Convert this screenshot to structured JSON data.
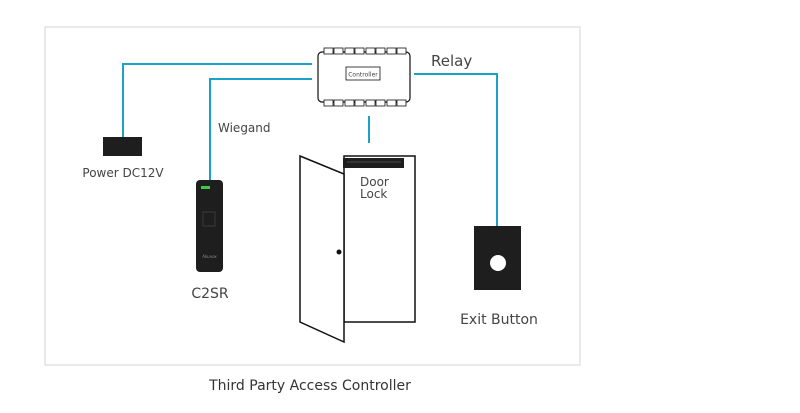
{
  "diagram": {
    "controller_label": "Controller",
    "relay_label": "Relay",
    "wiegand_label": "Wiegand",
    "power_label": "Power DC12V",
    "door_lock_line1": "Door",
    "door_lock_line2": "Lock",
    "reader_label": "C2SR",
    "reader_brand": "Akuvox",
    "exit_button_label": "Exit Button",
    "caption": "Third Party Access Controller"
  },
  "colors": {
    "wire": "#1aa3c7",
    "frame": "#d4d4d4",
    "device": "#1e1e1e",
    "led": "#3cc94a"
  }
}
